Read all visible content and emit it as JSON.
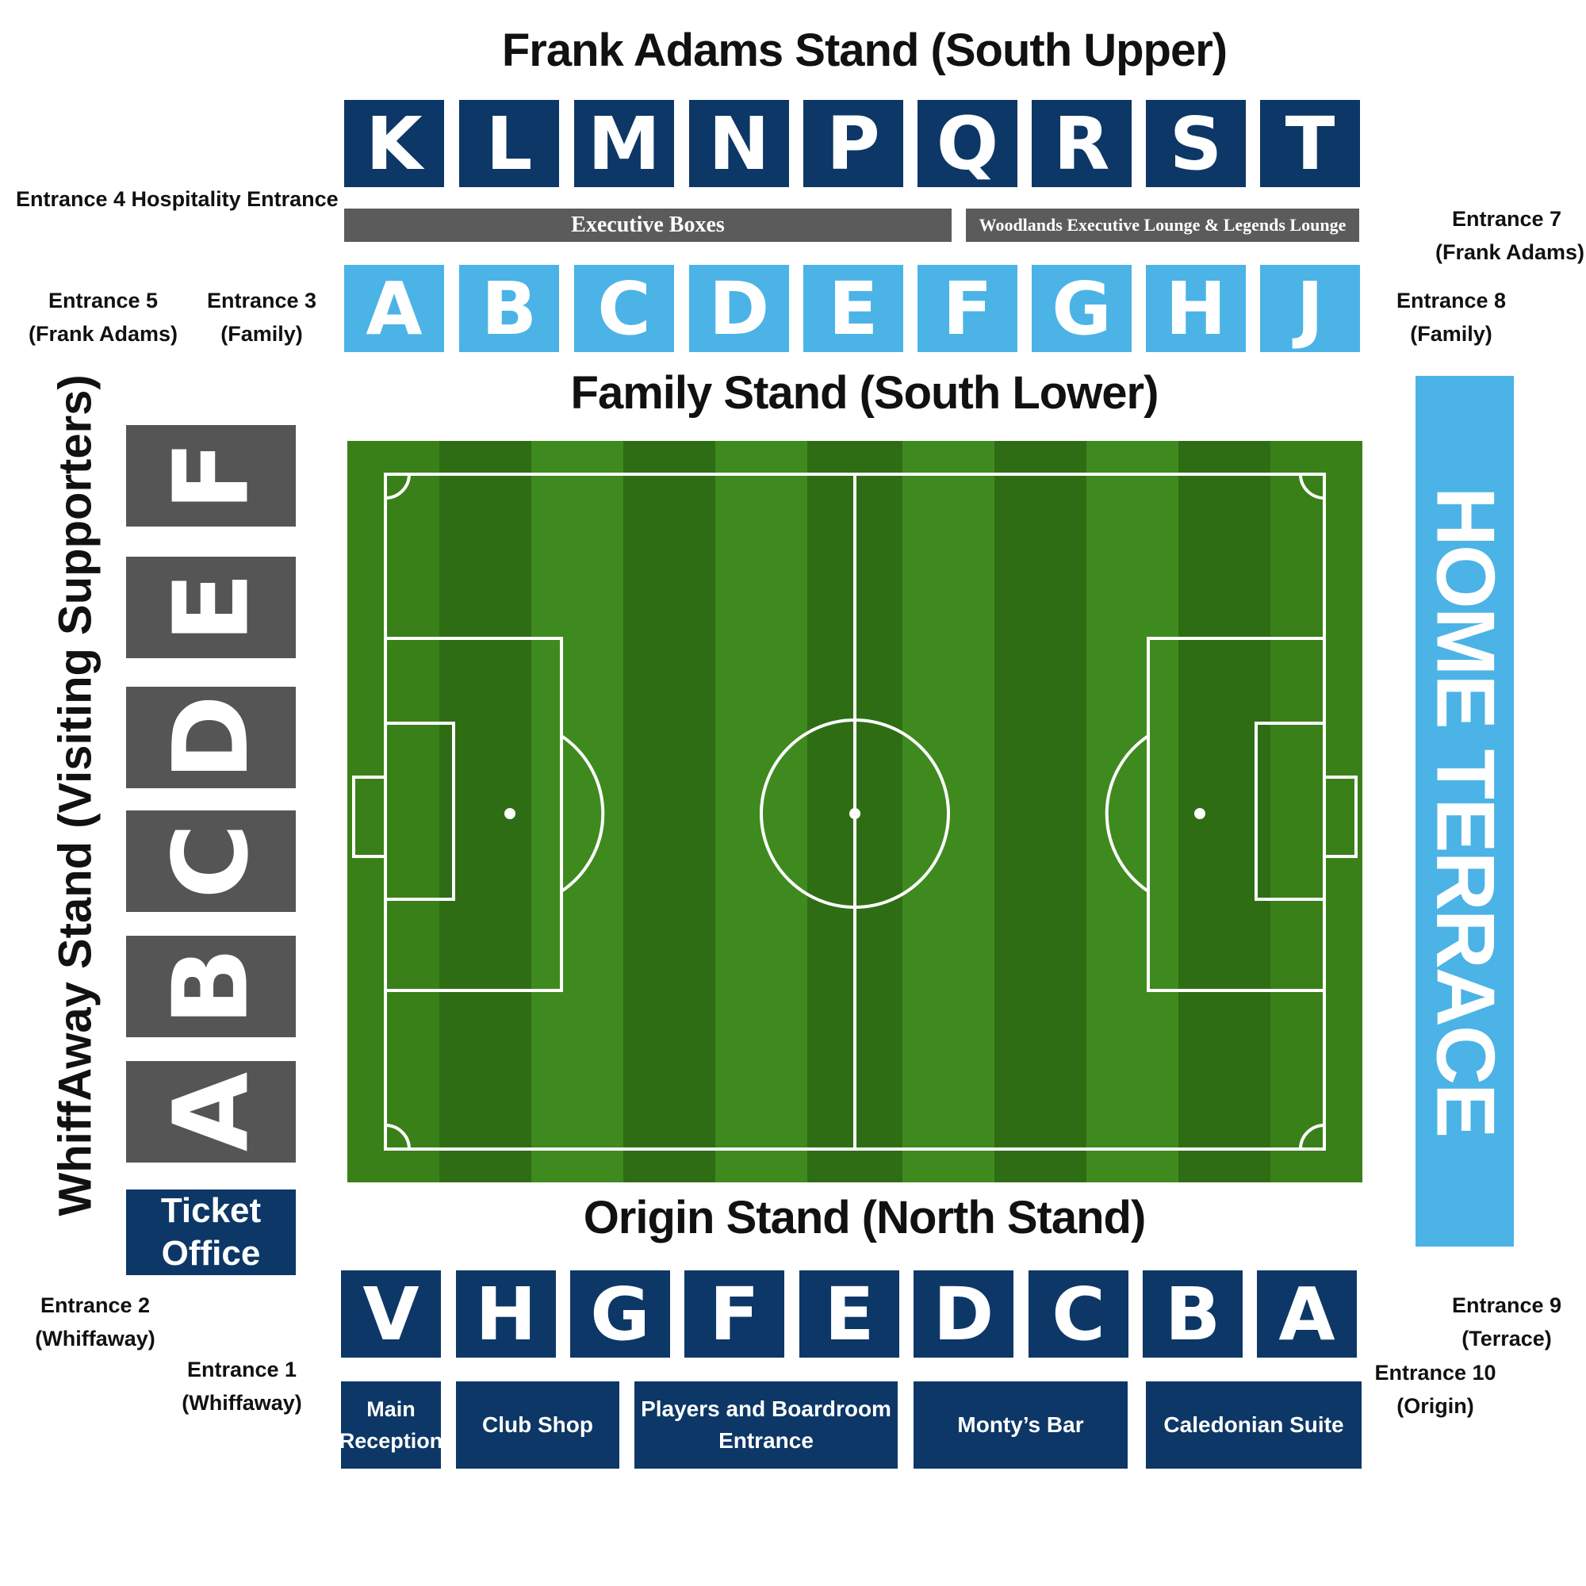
{
  "south_upper": {
    "title": "Frank Adams Stand (South Upper)",
    "blocks": [
      "K",
      "L",
      "M",
      "N",
      "P",
      "Q",
      "R",
      "S",
      "T"
    ]
  },
  "hospitality": {
    "executive_boxes": "Executive Boxes",
    "lounges": "Woodlands Executive Lounge & Legends Lounge"
  },
  "south_lower": {
    "title": "Family Stand (South Lower)",
    "blocks": [
      "A",
      "B",
      "C",
      "D",
      "E",
      "F",
      "G",
      "H",
      "J"
    ]
  },
  "west": {
    "title": "WhiffAway Stand (Visiting Supporters)",
    "blocks": [
      "F",
      "E",
      "D",
      "C",
      "B",
      "A"
    ]
  },
  "ticket_office": {
    "line1": "Ticket",
    "line2": "Office"
  },
  "east": {
    "title": "HOME TERRACE"
  },
  "north": {
    "title": "Origin Stand (North Stand)",
    "blocks": [
      "V",
      "H",
      "G",
      "F",
      "E",
      "D",
      "C",
      "B",
      "A"
    ]
  },
  "amenities": {
    "main_reception": {
      "line1": "Main",
      "line2": "Reception"
    },
    "club_shop": "Club Shop",
    "players_boardroom": {
      "line1": "Players and Boardroom",
      "line2": "Entrance"
    },
    "montys_bar": "Monty’s Bar",
    "caledonian_suite": "Caledonian Suite"
  },
  "entrances": {
    "e4": "Entrance 4 Hospitality Entrance",
    "e5": {
      "line1": "Entrance 5",
      "line2": "(Frank Adams)"
    },
    "e3": {
      "line1": "Entrance 3",
      "line2": "(Family)"
    },
    "e7": {
      "line1": "Entrance 7",
      "line2": "(Frank Adams)"
    },
    "e8": {
      "line1": "Entrance 8",
      "line2": "(Family)"
    },
    "e2": {
      "line1": "Entrance  2",
      "line2": "(Whiffaway)"
    },
    "e1": {
      "line1": "Entrance  1",
      "line2": "(Whiffaway)"
    },
    "e9": {
      "line1": "Entrance 9",
      "line2": "(Terrace)"
    },
    "e10": {
      "line1": "Entrance 10",
      "line2": "(Origin)"
    }
  },
  "colors": {
    "navy": "#0d3766",
    "sky": "#4cb3e6",
    "grey": "#555555",
    "pitch_dark": "#2f6d14",
    "pitch_light": "#3f8a1f"
  }
}
